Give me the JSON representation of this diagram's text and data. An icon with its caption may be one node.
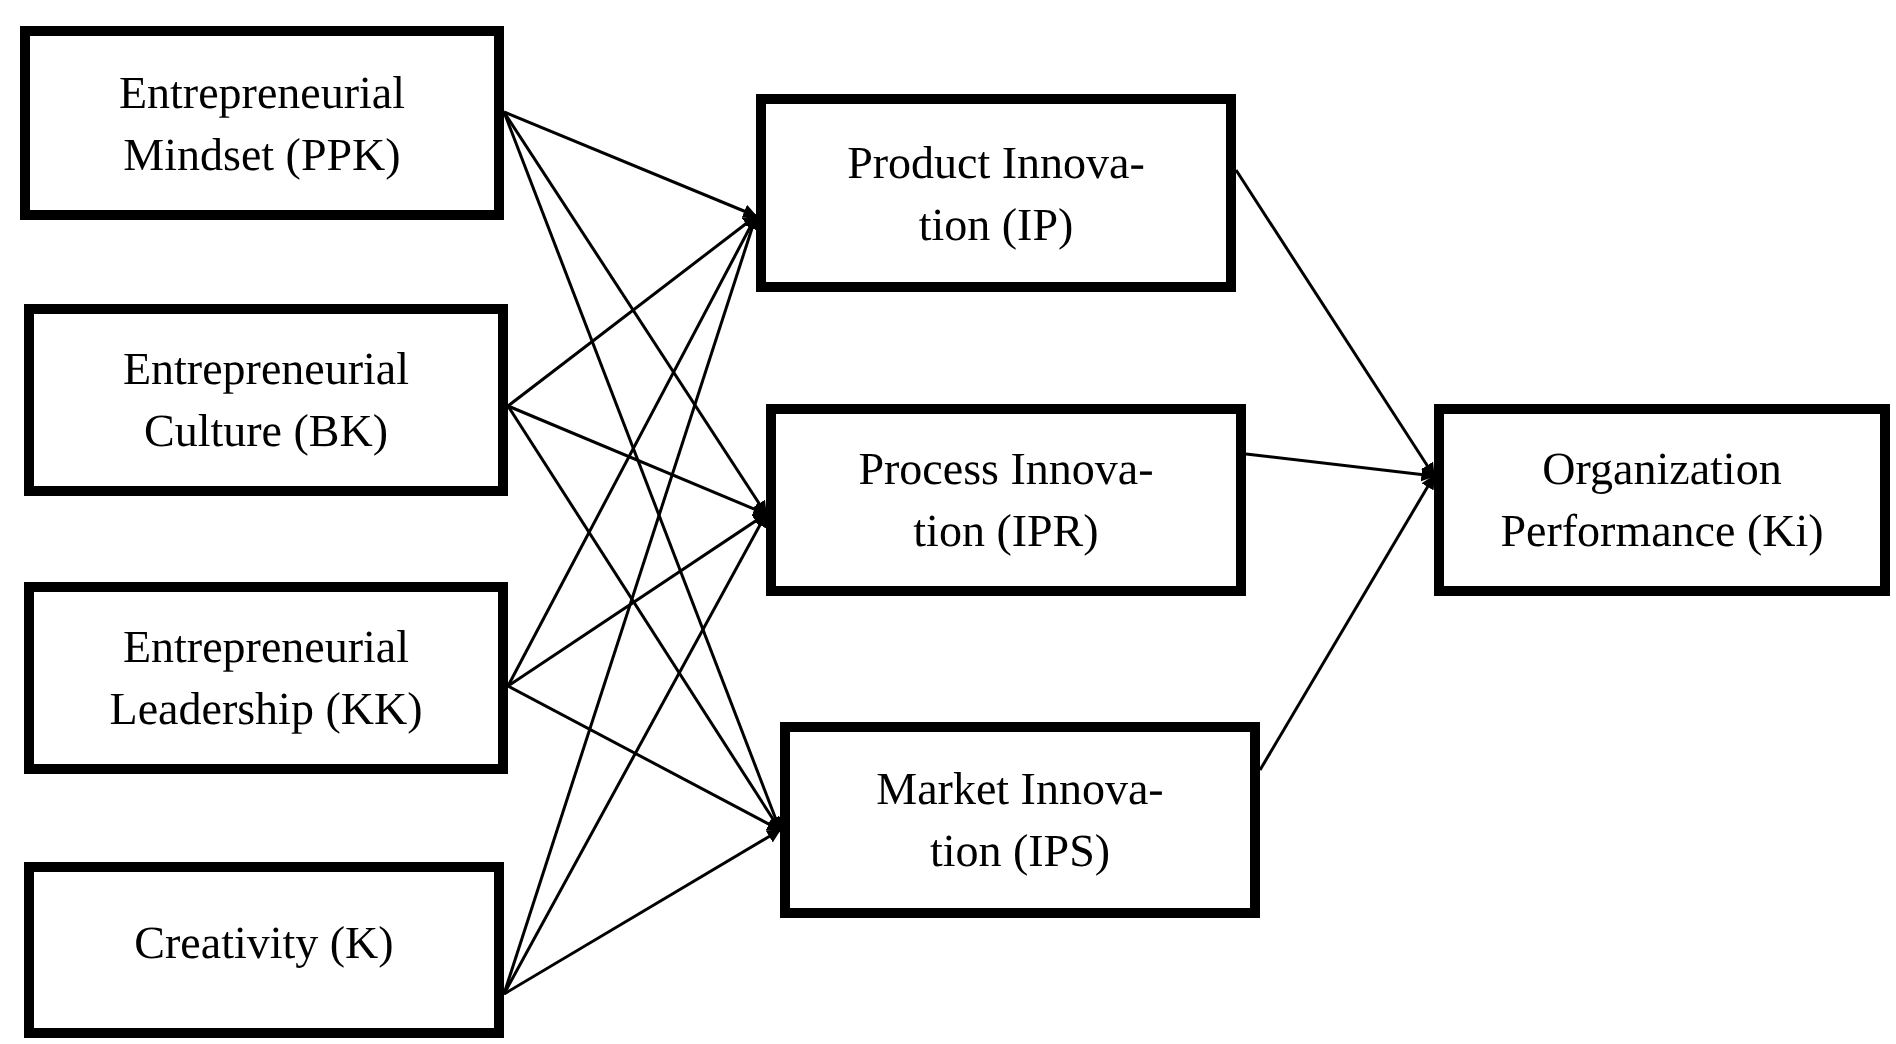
{
  "diagram": {
    "nodes": [
      {
        "text": [
          "Entrepreneurial Mindset (PPK)"
        ]
      },
      {
        "text": [
          "Entrepreneurial Culture (BK)"
        ]
      },
      {
        "text": [
          "Entrepreneurial Leadership (KK)"
        ]
      },
      {
        "text": [
          "Creativity (K)"
        ]
      },
      {
        "text": [
          "Product Innova- tion (IP)"
        ]
      },
      {
        "text": [
          "Process Innova- tion (IPR)"
        ]
      },
      {
        "text": [
          "Market Innova- tion (IPS)"
        ]
      },
      {
        "text": [
          "Organization Performance (Ki)"
        ]
      }
    ],
    "edges": [
      {
        "from": 0,
        "to": 4,
        "arrow": "to"
      },
      {
        "from": 0,
        "to": 5,
        "arrow": "to"
      },
      {
        "from": 0,
        "to": 6,
        "arrow": "to"
      },
      {
        "from": 1,
        "to": 4,
        "arrow": "to"
      },
      {
        "from": 1,
        "to": 5,
        "arrow": "to"
      },
      {
        "from": 1,
        "to": 6,
        "arrow": "to"
      },
      {
        "from": 2,
        "to": 4,
        "arrow": "to"
      },
      {
        "from": 2,
        "to": 5,
        "arrow": "to"
      },
      {
        "from": 2,
        "to": 6,
        "arrow": "to"
      },
      {
        "from": 3,
        "to": 4,
        "arrow": "to"
      },
      {
        "from": 3,
        "to": 5,
        "arrow": "to"
      },
      {
        "from": 3,
        "to": 6,
        "arrow": "to"
      },
      {
        "from": 4,
        "to": 7,
        "arrow": "to"
      },
      {
        "from": 5,
        "to": 7,
        "arrow": "to"
      },
      {
        "from": 6,
        "to": 7,
        "arrow": "to"
      }
    ]
  }
}
